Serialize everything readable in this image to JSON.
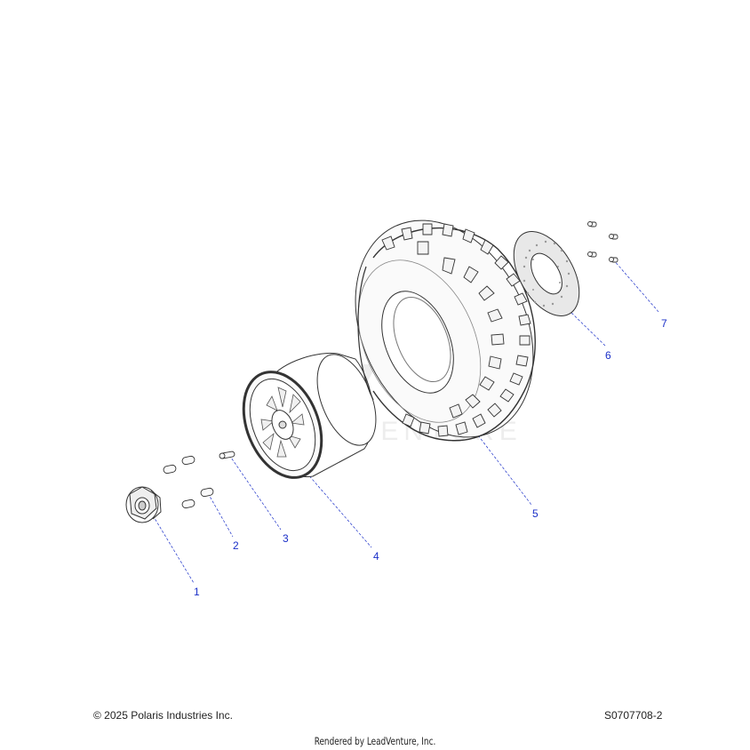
{
  "diagram": {
    "callouts": [
      {
        "id": "1",
        "label": "1",
        "part": "lug-nut"
      },
      {
        "id": "2",
        "label": "2",
        "part": "valve-caps"
      },
      {
        "id": "3",
        "label": "3",
        "part": "valve-stem"
      },
      {
        "id": "4",
        "label": "4",
        "part": "wheel-rim"
      },
      {
        "id": "5",
        "label": "5",
        "part": "tire"
      },
      {
        "id": "6",
        "label": "6",
        "part": "brake-disc"
      },
      {
        "id": "7",
        "label": "7",
        "part": "disc-screws"
      }
    ],
    "watermark": "LEADVENTURE",
    "colors": {
      "callout": "#1a2fc8",
      "line": "#333333",
      "leader": "#1a2fc8"
    }
  },
  "footer": {
    "copyright": "© 2025 Polaris Industries Inc.",
    "diagram_number": "S0707708-2",
    "rendered_by": "Rendered by LeadVenture, Inc."
  }
}
